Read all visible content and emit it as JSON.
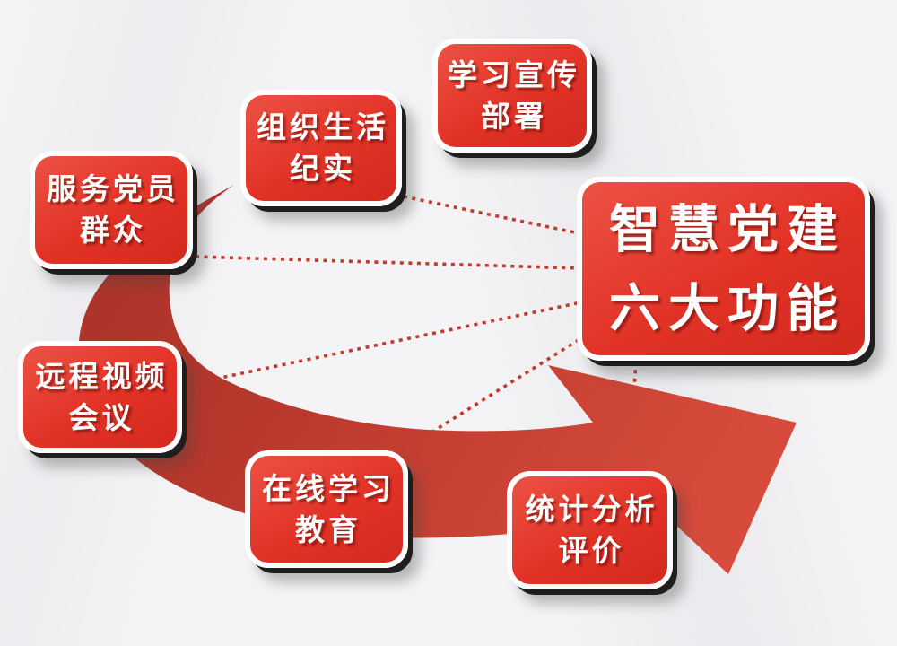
{
  "diagram": {
    "center": {
      "line1": "智慧党建",
      "line2": "六大功能"
    },
    "nodes": [
      {
        "line1": "学习宣传",
        "line2": "部署"
      },
      {
        "line1": "组织生活",
        "line2": "纪实"
      },
      {
        "line1": "服务党员",
        "line2": "群众"
      },
      {
        "line1": "远程视频",
        "line2": "会议"
      },
      {
        "line1": "在线学习",
        "line2": "教育"
      },
      {
        "line1": "统计分析",
        "line2": "评价"
      }
    ],
    "colors": {
      "node_red": "#e23226",
      "swoosh_red_dark": "#a93329",
      "swoosh_red_bright": "#d64b3b",
      "connector_red": "#c33b2d",
      "text_white": "#ffffff",
      "background": "#f4f3f5",
      "shadow_dark": "#1e1e1e"
    }
  }
}
